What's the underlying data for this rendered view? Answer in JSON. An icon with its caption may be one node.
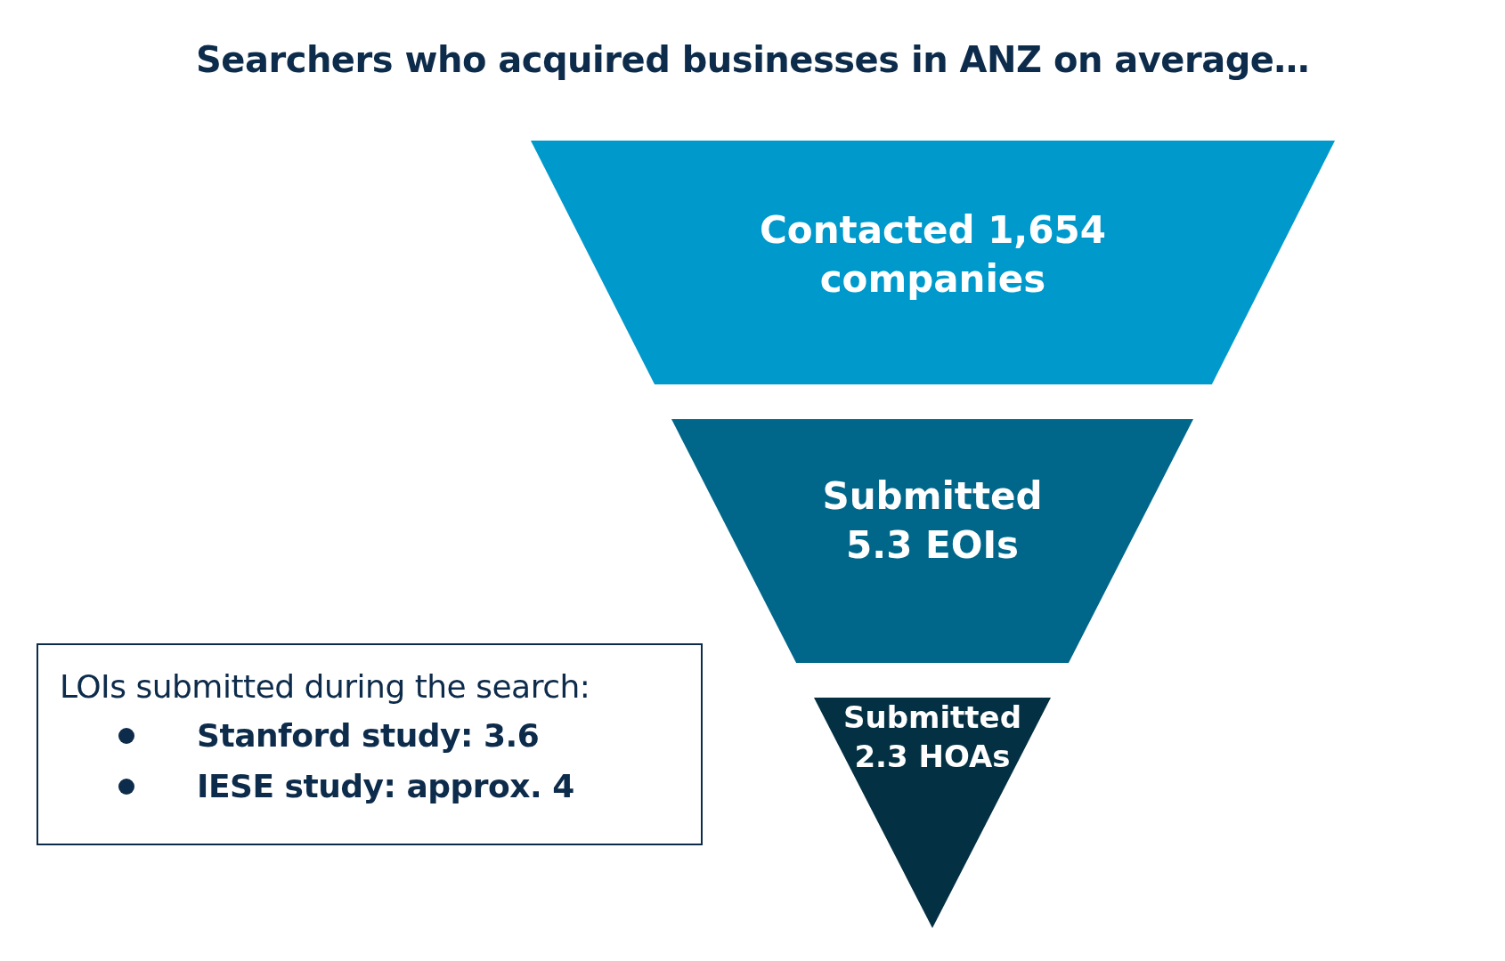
{
  "diagram": {
    "title": "Searchers who acquired businesses in ANZ on average…",
    "nodes": [
      {
        "text": [
          "Contacted 1,654 companies"
        ]
      },
      {
        "text": [
          "Submitted 5.3 EOIs"
        ]
      },
      {
        "text": [
          "Submitted 2.3 HOAs"
        ]
      },
      {
        "text": [
          "LOIs submitted during the search:",
          "Stanford study: 3.6",
          "IESE study: approx. 4"
        ]
      }
    ]
  }
}
